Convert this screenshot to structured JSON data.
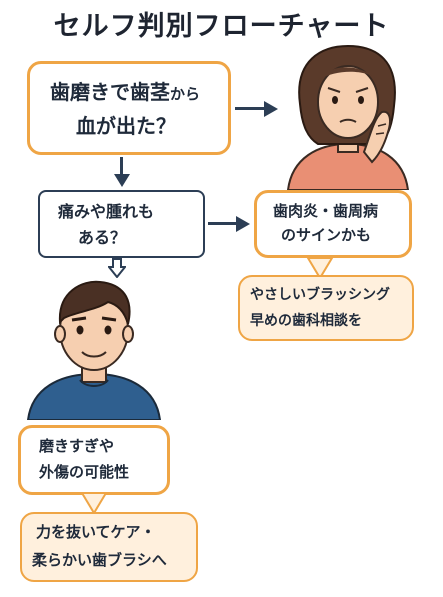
{
  "title": "セルフ判別フローチャート",
  "start": {
    "line1_a": "歯磨きで歯茎",
    "line1_b": "から",
    "line2": "血が出た？"
  },
  "question": {
    "line1": "痛みや腫れも",
    "line2": "ある？"
  },
  "result_yes": {
    "line1": "歯肉炎・歯周病",
    "line2": "のサインかも"
  },
  "advice_yes": {
    "line1": "やさしいブラッシング",
    "line2": "早めの歯科相談を"
  },
  "result_no": {
    "line1": "磨きすぎや",
    "line2": "外傷の可能性"
  },
  "advice_no": {
    "line1": "力を抜いてケア・",
    "line2": "柔らかい歯ブラシへ"
  },
  "colors": {
    "accent": "#efa545",
    "navy": "#2c3e55",
    "soft": "#fff0dd",
    "shirt_woman": "#e98f74",
    "shirt_man": "#2f5f8f"
  }
}
